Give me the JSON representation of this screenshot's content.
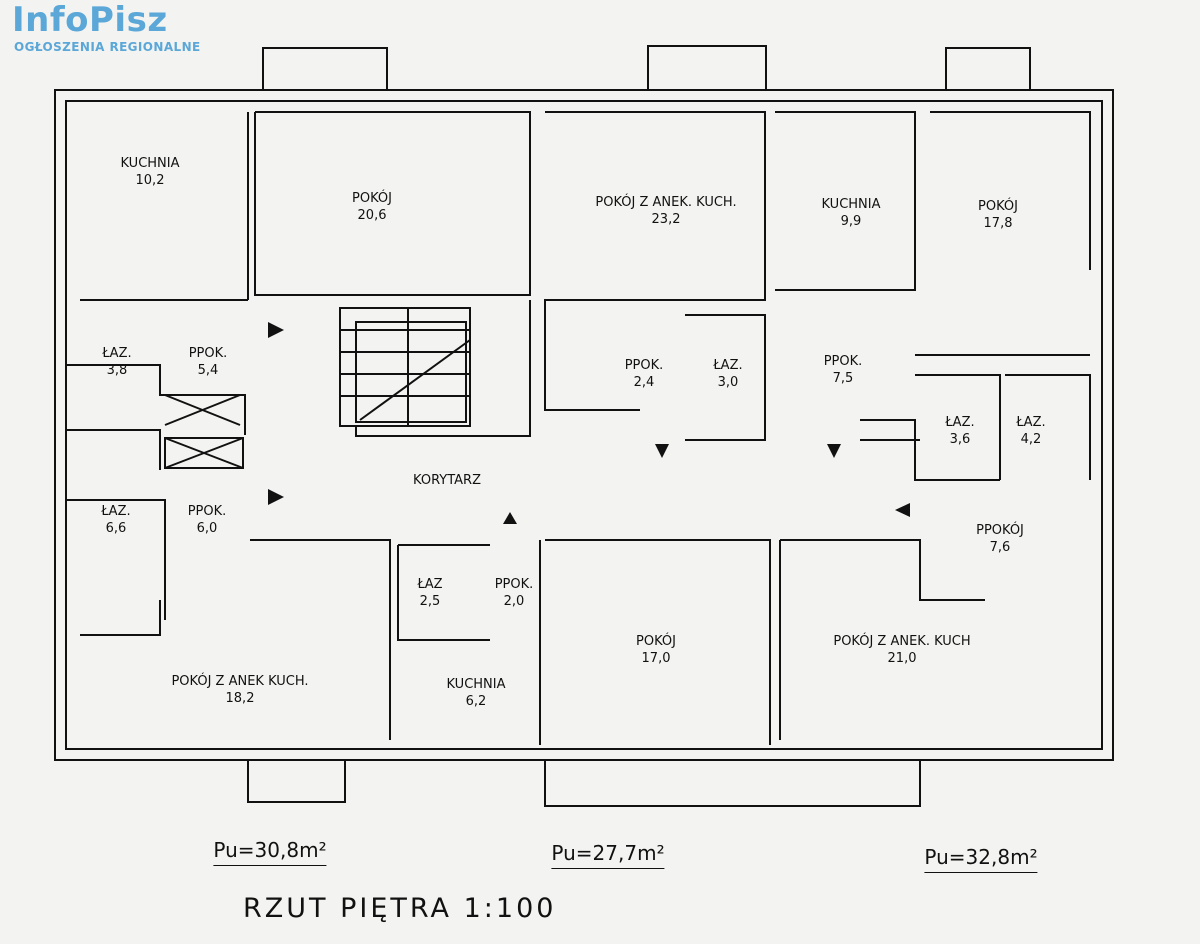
{
  "logo": {
    "name": "InfoPisz",
    "tagline": "OGŁOSZENIA REGIONALNE"
  },
  "title": "RZUT PIĘTRA 1:100",
  "rooms": [
    {
      "name": "KUCHNIA",
      "area": "10,2"
    },
    {
      "name": "POKÓJ",
      "area": "20,6"
    },
    {
      "name": "POKÓJ Z ANEK. KUCH.",
      "area": "23,2"
    },
    {
      "name": "KUCHNIA",
      "area": "9,9"
    },
    {
      "name": "POKÓJ",
      "area": "17,8"
    },
    {
      "name": "ŁAZ.",
      "area": "3,8"
    },
    {
      "name": "PPOK.",
      "area": "5,4"
    },
    {
      "name": "PPOK.",
      "area": "2,4"
    },
    {
      "name": "ŁAZ.",
      "area": "3,0"
    },
    {
      "name": "PPOK.",
      "area": "7,5"
    },
    {
      "name": "ŁAZ.",
      "area": "3,6"
    },
    {
      "name": "ŁAZ.",
      "area": "4,2"
    },
    {
      "name": "KORYTARZ",
      "area": ""
    },
    {
      "name": "ŁAZ.",
      "area": "6,6"
    },
    {
      "name": "PPOK.",
      "area": "6,0"
    },
    {
      "name": "PPOKÓJ",
      "area": "7,6"
    },
    {
      "name": "ŁAZ",
      "area": "2,5"
    },
    {
      "name": "PPOK.",
      "area": "2,0"
    },
    {
      "name": "POKÓJ",
      "area": "17,0"
    },
    {
      "name": "POKÓJ Z ANEK. KUCH",
      "area": "21,0"
    },
    {
      "name": "POKÓJ Z ANEK KUCH.",
      "area": "18,2"
    },
    {
      "name": "KUCHNIA",
      "area": "6,2"
    }
  ],
  "apartment_areas": [
    {
      "label": "Pu=30,8m²"
    },
    {
      "label": "Pu=27,7m²"
    },
    {
      "label": "Pu=32,8m²"
    }
  ],
  "colors": {
    "ink": "#111111",
    "paper": "#f3f3f1",
    "logo": "#5aa7d8"
  }
}
